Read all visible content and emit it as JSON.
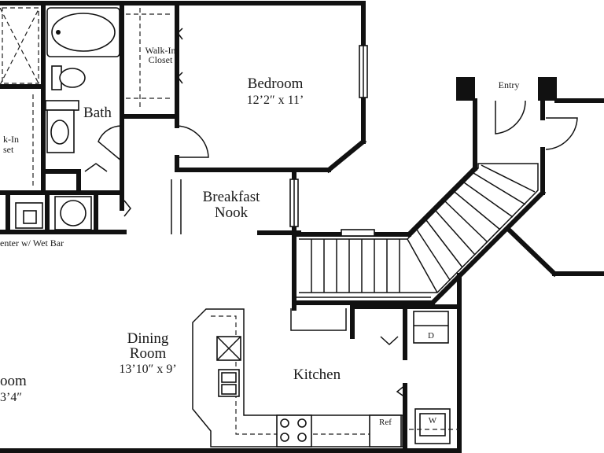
{
  "rooms": {
    "bedroom": {
      "name": "Bedroom",
      "dims": "12’2″ x 11’"
    },
    "bath": {
      "name": "Bath"
    },
    "walk_in_closet_1": {
      "line1": "Walk-In",
      "line2": "Closet"
    },
    "walk_in_closet_2": {
      "line1": "k-In",
      "line2": "set"
    },
    "breakfast_nook": {
      "line1": "Breakfast",
      "line2": "Nook"
    },
    "entry": {
      "name": "Entry"
    },
    "dining_room": {
      "line1": "Dining",
      "line2": "Room",
      "dims": "13’10″ x 9’"
    },
    "kitchen": {
      "name": "Kitchen"
    },
    "living_partial": {
      "line1": "oom",
      "line2": "3’4″"
    },
    "entertainment": {
      "name": "enter w/ Wet Bar"
    }
  },
  "appliances": {
    "refrigerator": "Ref",
    "dryer": "D",
    "washer": "W"
  }
}
